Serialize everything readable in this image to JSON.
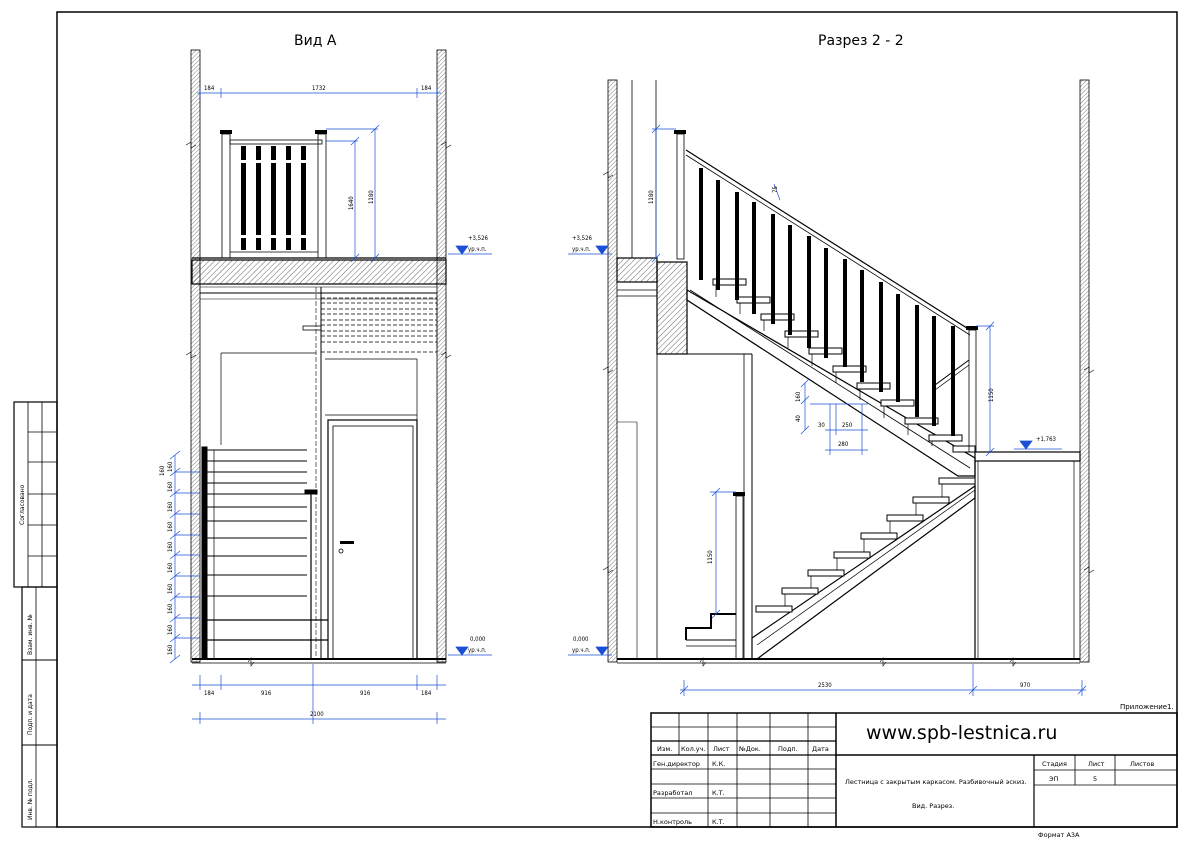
{
  "views": {
    "view_a_title": "Вид А",
    "section_title": "Разрез 2 - 2"
  },
  "dimensions": {
    "a_top": [
      "184",
      "1732",
      "184"
    ],
    "a_bottom_row1": [
      "184",
      "916",
      "916",
      "184"
    ],
    "a_bottom_total": "2100",
    "a_rail_1640": "1640",
    "a_rail_1180": "1180",
    "a_steps": [
      "160",
      "160",
      "160",
      "160",
      "160",
      "160",
      "160",
      "160",
      "160",
      "160",
      "160"
    ],
    "s_bottom_2530": "2530",
    "s_bottom_970": "970",
    "s_top_1180": "1180",
    "s_rail_1150": "1150",
    "s_lower_1150": "1150",
    "s_step_40": "40",
    "s_step_160": "160",
    "s_tread_250": "250",
    "s_tread_30": "30",
    "s_tread_280": "280",
    "s_nosing_75": "75"
  },
  "levels": {
    "a_upper": "+3,526",
    "a_lower": "0,000",
    "s_upper": "+3,526",
    "s_lower": "0,000",
    "s_mid": "+1,763",
    "ref": "ур.ч.п."
  },
  "title_block": {
    "website": "www.spb-lestnica.ru",
    "appendix": "Приложение1.",
    "format": "Формат А3А",
    "headers": [
      "Изм.",
      "Кол.уч.",
      "Лист",
      "№Док.",
      "Подп.",
      "Дата"
    ],
    "roles": [
      "Ген.директор",
      "Разработал",
      "Н.контроль"
    ],
    "names": [
      "К.К.",
      "К.Т.",
      "К.Т."
    ],
    "description_1": "Лестница с закрытым каркасом. Разбивочный эскиз.",
    "description_2": "Вид. Разрез.",
    "stage_header": "Стадия",
    "sheet_header": "Лист",
    "sheets_header": "Листов",
    "stage_value": "ЭП",
    "sheet_value": "5"
  },
  "side_stamp": {
    "agreed": "Согласовано",
    "replace_inv": "Взам. инв. №",
    "sign_date": "Подп. и дата",
    "inv_orig": "Инв. № подл."
  }
}
